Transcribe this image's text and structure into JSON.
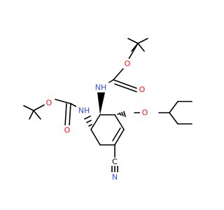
{
  "structure": {
    "colors": {
      "carbon": "#000000",
      "oxygen": "#ff0d0d",
      "nitrogen": "#3050f8",
      "background": "#ffffff"
    },
    "labels": {
      "O": "O",
      "N": "N",
      "H": "H",
      "C": "C",
      "NH": "NH"
    }
  }
}
